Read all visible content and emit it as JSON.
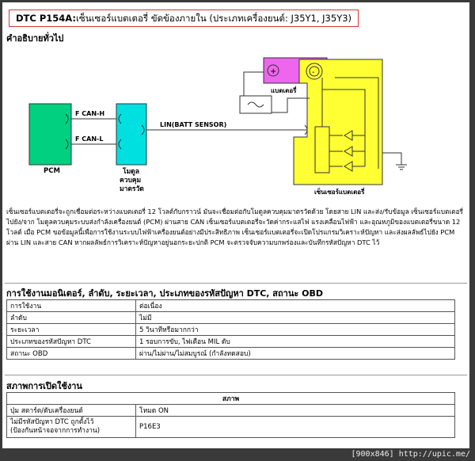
{
  "title": {
    "code": "DTC P154A:",
    "text": "เซ็นเซอร์แบตเตอรี่ ขัดข้องภายใน (ประเภทเครื่องยนต์: J35Y1, J35Y3)"
  },
  "general_heading": "คำอธิบายทั่วไป",
  "diagram": {
    "pcm": "PCM",
    "gateway": [
      "โมดูล",
      "ควบคุม",
      "มาตรวัด"
    ],
    "fcan_h": "F CAN-H",
    "fcan_l": "F CAN-L",
    "lin": "LIN(BATT SENSOR)",
    "battery": "แบตเตอรี่",
    "plus": "+",
    "minus": "-",
    "sensor": "เซ็นเซอร์แบตเตอรี่"
  },
  "description": "เซ็นเซอร์แบตเตอรี่จะถูกเชื่อมต่อระหว่างแบตเตอรี่ 12 โวลต์กับกราวน์ มันจะเชื่อมต่อกับโมดูลควบคุมมาตรวัดด้วย โดยสาย LIN และส่ง/รับข้อมูล เซ็นเซอร์แบตเตอรี่ ไปยัง/จาก โมดูลควบคุมระบบส่งกำลังเครื่องยนต์ (PCM) ผ่านสาย CAN เซ็นเซอร์แบตเตอรี่จะวัดค่ากระแสไฟ แรงเคลื่อนไฟฟ้า และอุณหภูมิของแบตเตอรี่ขนาด 12 โวลต์ เมื่อ PCM ขอข้อมูลนี้เพื่อการใช้งานระบบไฟฟ้าเครื่องยนต์อย่างมีประสิทธิภาพ เซ็นเซอร์แบตเตอรี่จะเปิดโปรแกรมวิเคราะห์ปัญหา และส่งผลลัพธ์ไปยัง PCM ผ่าน LIN และสาย CAN หากผลลัพธ์การวิเคราะห์ปัญหาอยู่นอกระยะปกติ PCM จะตรวจจับความบกพร่องและบันทึกรหัสปัญหา DTC ไว้",
  "monitor_heading": "การใช้งานมอนิเตอร์, ลำดับ, ระยะเวลา, ประเภทของรหัสปัญหา DTC, สถานะ OBD",
  "monitor_rows": [
    [
      "การใช้งาน",
      "ต่อเนื่อง"
    ],
    [
      "ลำดับ",
      "ไม่มี"
    ],
    [
      "ระยะเวลา",
      "5 วินาทีหรือมากกว่า"
    ],
    [
      "ประเภทของรหัสปัญหา DTC",
      "1 รอบการขับ, ไฟเตือน MIL ดับ"
    ],
    [
      "สถานะ OBD",
      "ผ่าน/ไม่ผ่าน/ไม่สมบูรณ์ (กำลังทดสอบ)"
    ]
  ],
  "enable_heading": "สภาพการเปิดใช้งาน",
  "enable_header": "สภาพ",
  "enable_rows": [
    {
      "k": "ปุ่ม สตาร์ต/ดับเครื่องยนต์",
      "v": "โหมด ON"
    },
    {
      "k1": "ไม่มีรหัสปัญหา DTC ถูกตั้งไว้",
      "k2": "(ป้องกันหน้าจอจากการทำงาน)",
      "v": "P16E3"
    }
  ],
  "footer": "[900x846] http://upic.me/"
}
